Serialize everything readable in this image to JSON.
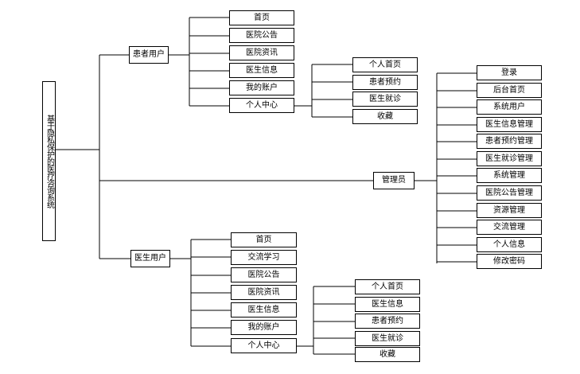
{
  "root": {
    "label": "基于隐私保护的医疗咨询系统"
  },
  "patient": {
    "label": "患者用户",
    "items": [
      "首页",
      "医院公告",
      "医院资讯",
      "医生信息",
      "我的账户",
      "个人中心"
    ],
    "center": {
      "items": [
        "个人首页",
        "患者预约",
        "医生就诊",
        "收藏"
      ]
    }
  },
  "admin": {
    "label": "管理员",
    "items": [
      "登录",
      "后台首页",
      "系统用户",
      "医生信息管理",
      "患者预约管理",
      "医生就诊管理",
      "系统管理",
      "医院公告管理",
      "资源管理",
      "交流管理",
      "个人信息",
      "修改密码"
    ]
  },
  "doctor": {
    "label": "医生用户",
    "items": [
      "首页",
      "交流学习",
      "医院公告",
      "医院资讯",
      "医生信息",
      "我的账户",
      "个人中心"
    ],
    "center": {
      "items": [
        "个人首页",
        "医生信息",
        "患者预约",
        "医生就诊",
        "收藏"
      ]
    }
  }
}
